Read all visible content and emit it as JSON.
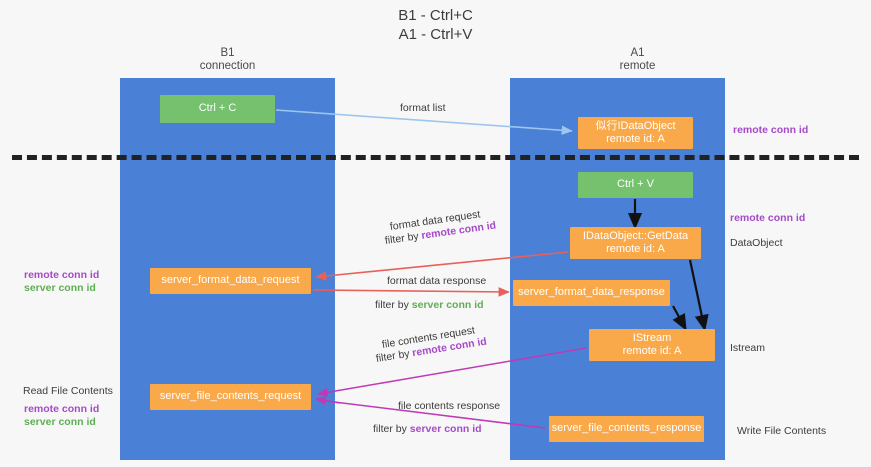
{
  "title": "B1 - Ctrl+C\nA1 - Ctrl+V",
  "columns": {
    "left": "B1\nconnection",
    "right": "A1\nremote"
  },
  "nodes": {
    "ctrl_c": "Ctrl + C",
    "idataobject": "似行IDataObject\nremote id: A",
    "ctrl_v": "Ctrl + V",
    "getdata": "IDataObject::GetData\nremote id: A",
    "server_format_data_request": "server_format_data_request",
    "server_format_data_response": "server_format_data_response",
    "istream": "IStream\nremote id: A",
    "server_file_contents_request": "server_file_contents_request",
    "server_file_contents_response": "server_file_contents_response"
  },
  "edges": {
    "format_list": "format list",
    "format_data_request": "format data request",
    "format_data_request_filter_prefix": "filter by ",
    "format_data_request_filter_key": "remote conn id",
    "format_data_response": "format data response",
    "format_data_response_filter_prefix": "filter by ",
    "format_data_response_filter_key": "server conn id",
    "file_contents_request": "file contents request",
    "file_contents_request_filter_prefix": "filter by ",
    "file_contents_request_filter_key": "remote conn id",
    "file_contents_response": "file contents response",
    "file_contents_response_filter_prefix": "filter by ",
    "file_contents_response_filter_key": "server conn id"
  },
  "annotations": {
    "right_remote_conn_id_top": "remote conn id",
    "right_remote_conn_id_mid": "remote conn id",
    "right_dataobject": "DataObject",
    "right_istream": "Istream",
    "right_write_file_contents": "Write File Contents",
    "left_remote_conn_id": "remote conn id",
    "left_server_conn_id": "server conn id",
    "left_read_file_contents": "Read File Contents",
    "left_remote_conn_id_2": "remote conn id",
    "left_server_conn_id_2": "server conn id"
  },
  "colors": {
    "lane": "#4a80d6",
    "node_orange": "#f9a94a",
    "node_green": "#76c16e",
    "remote_conn_id": "#a64ac9",
    "server_conn_id": "#5fae56",
    "arrow_blue": "#9dc6ef",
    "arrow_red": "#e8605a",
    "arrow_magenta": "#c039b5",
    "arrow_black": "#111111",
    "separator": "#222222"
  }
}
